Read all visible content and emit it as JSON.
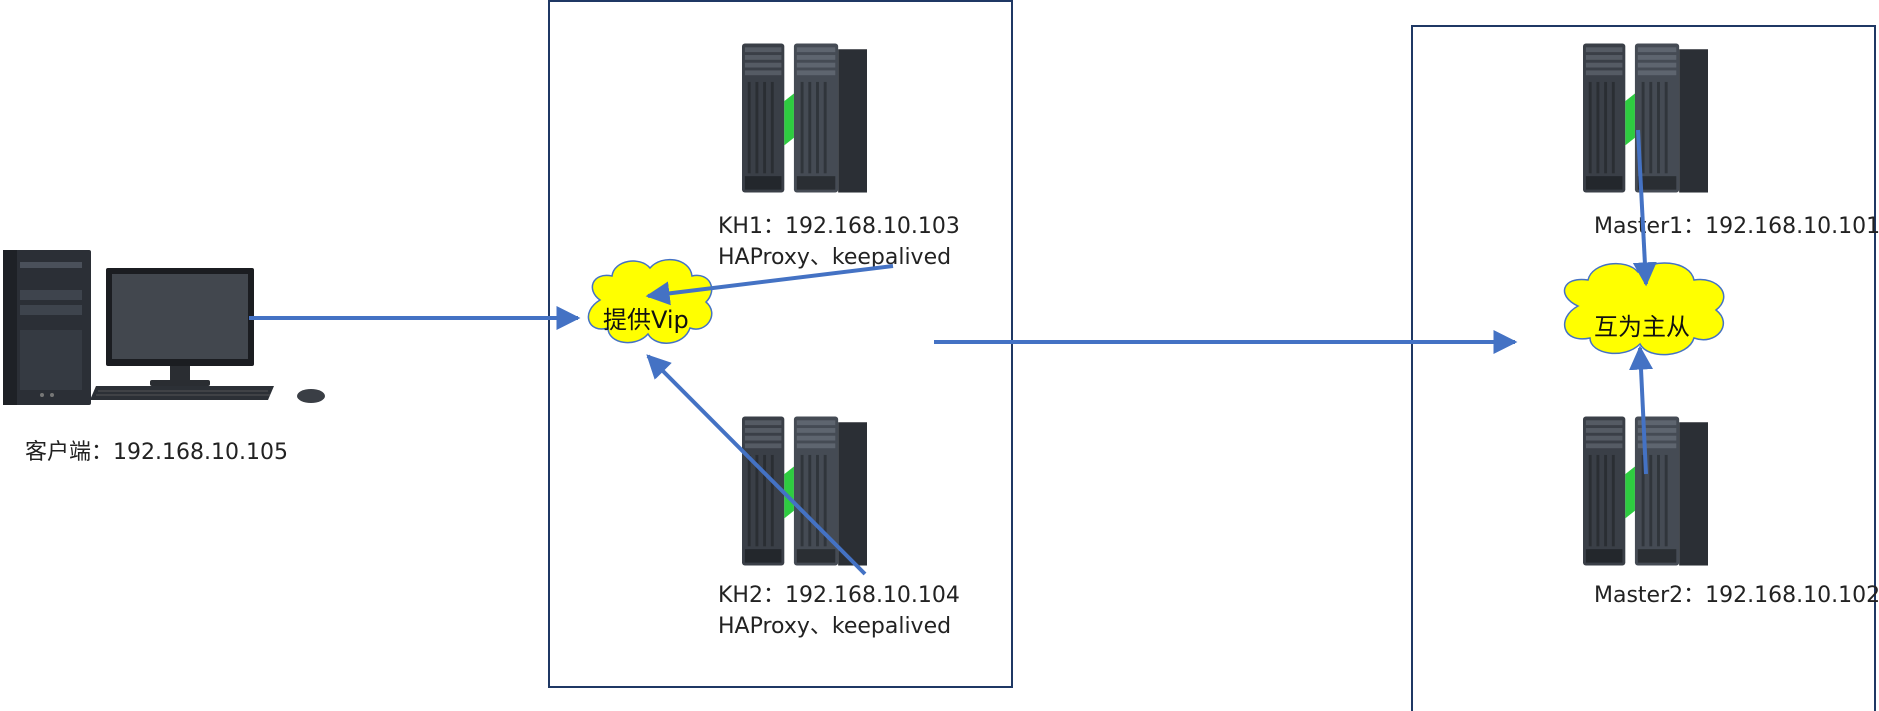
{
  "client": {
    "label": "客户端：192.168.10.105"
  },
  "lb_group": {
    "kh1": {
      "line1": "KH1：192.168.10.103",
      "line2": "HAProxy、keepalived"
    },
    "kh2": {
      "line1": "KH2：192.168.10.104",
      "line2": "HAProxy、keepalived"
    },
    "vip_cloud": "提供Vip"
  },
  "db_group": {
    "master1": {
      "label": "Master1：192.168.10.101"
    },
    "master2": {
      "label": "Master2：192.168.10.102"
    },
    "replication_cloud": "互为主从"
  },
  "colors": {
    "arrow": "#4472C4",
    "box_border": "#1F3864",
    "cloud_fill": "#FFFF00",
    "cloud_stroke": "#4472C4",
    "server_body": "#3A3F47",
    "server_led": "#2ECC40"
  }
}
